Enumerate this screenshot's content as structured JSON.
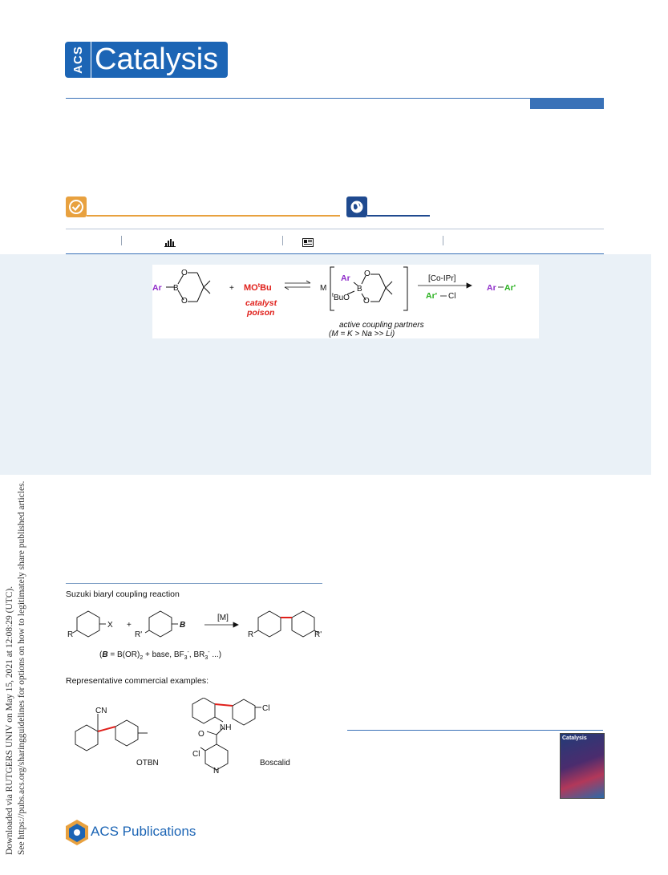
{
  "journal": {
    "acs": "ACS",
    "name": "Catalysis"
  },
  "side_note": {
    "line1": "Downloaded via RUTGERS UNIV on May 15, 2021 at 12:08:29 (UTC).",
    "line2": "See https://pubs.acs.org/sharingguidelines for options on how to legitimately share published articles."
  },
  "toc": {
    "ar": "Ar",
    "b": "B",
    "o": "O",
    "plus": "+",
    "reagent": "MO",
    "reagent_sup": "t",
    "reagent_tail": "Bu",
    "poison_line1": "catalyst",
    "poison_line2": "poison",
    "m": "M",
    "tbuo_sup": "t",
    "tbuo": "BuO",
    "catalyst": "[Co-IPr]",
    "ar_prime": "Ar'",
    "cl": "Cl",
    "product_ar": "Ar",
    "product_ar_prime": "Ar'",
    "caption_line1": "active coupling partners",
    "caption_line2": "(M = K > Na >> Li)"
  },
  "scheme": {
    "title": "Suzuki biaryl coupling reaction",
    "x": "X",
    "plus": "+",
    "r": "R",
    "r_prime": "R'",
    "b": "B",
    "catalyst": "[M]",
    "product_r": "R",
    "product_r_prime": "R'",
    "b_def_prefix": "(",
    "b_def_b": "B",
    "b_def_rest": " = B(OR)",
    "b_def_sub": "2",
    "b_def_rest2": " + base, BF",
    "b_def_sub2": "3",
    "b_def_sup2": "-",
    "b_def_rest3": ", BR",
    "b_def_sub3": "3",
    "b_def_sup3": "-",
    "b_def_rest4": " ...)",
    "examples_title": "Representative commercial examples:",
    "otbn_cn": "CN",
    "otbn_name": "OTBN",
    "boscalid_cl_top": "Cl",
    "boscalid_nh": "NH",
    "boscalid_o": "O",
    "boscalid_cl": "Cl",
    "boscalid_n": "N",
    "boscalid_name": "Boscalid"
  },
  "cover": {
    "title": "Catalysis"
  },
  "publisher": {
    "name": "ACS Publications"
  },
  "colors": {
    "brand_blue": "#1c65b5",
    "orange": "#e8a13f",
    "aryl_purple": "#8e2bc9",
    "aryl_green": "#27b01d",
    "poison_red": "#e0201b"
  }
}
